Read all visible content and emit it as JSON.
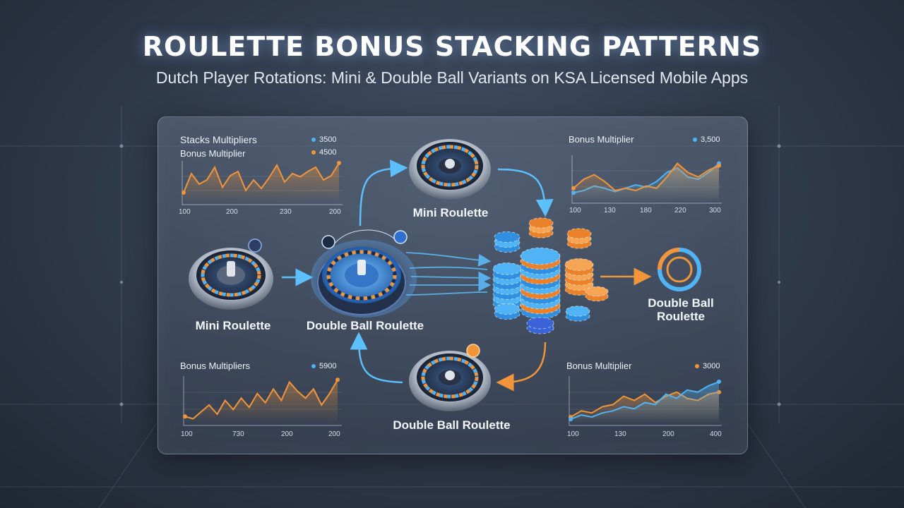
{
  "header": {
    "title": "ROULETTE BONUS STACKING PATTERNS",
    "subtitle": "Dutch Player Rotations: Mini & Double Ball Variants on KSA Licensed Mobile Apps"
  },
  "colors": {
    "blue": "#4fb3f5",
    "orange": "#f2953a",
    "panel": "#4a5568"
  },
  "charts": {
    "top_left": {
      "title": "Stacks Multipliers",
      "subtitle": "Bonus Multiplier",
      "legend": [
        {
          "color": "#4fb3f5",
          "value": "3500"
        },
        {
          "color": "#f2953a",
          "value": "4500"
        }
      ],
      "ticks": [
        "100",
        "200",
        "230",
        "200"
      ],
      "series": [
        {
          "color": "#f2953a",
          "values": [
            10,
            28,
            18,
            22,
            34,
            15,
            26,
            30,
            12,
            22,
            14,
            24,
            36,
            20,
            28,
            25,
            30,
            34,
            22,
            26,
            38
          ]
        }
      ]
    },
    "top_right": {
      "title": "Bonus Multiplier",
      "legend": [
        {
          "color": "#4fb3f5",
          "value": "3,500"
        }
      ],
      "ticks": [
        "100",
        "130",
        "180",
        "220",
        "300"
      ],
      "series": [
        {
          "color": "#4fb3f5",
          "values": [
            8,
            10,
            14,
            12,
            9,
            12,
            15,
            13,
            18,
            26,
            30,
            22,
            20,
            26,
            34
          ]
        },
        {
          "color": "#f2953a",
          "values": [
            12,
            20,
            24,
            18,
            10,
            12,
            10,
            14,
            12,
            22,
            34,
            26,
            22,
            28,
            32
          ]
        }
      ]
    },
    "bottom_left": {
      "title": "Bonus Multipliers",
      "legend": [
        {
          "color": "#4fb3f5",
          "value": "5900"
        }
      ],
      "ticks": [
        "100",
        "730",
        "200",
        "200"
      ],
      "series": [
        {
          "color": "#f2953a",
          "values": [
            6,
            4,
            10,
            16,
            8,
            20,
            12,
            22,
            14,
            26,
            18,
            30,
            20,
            36,
            28,
            22,
            30,
            16,
            26,
            38
          ]
        }
      ]
    },
    "bottom_right": {
      "title": "Bonus Multiplier",
      "legend": [
        {
          "color": "#f2953a",
          "value": "3000"
        }
      ],
      "ticks": [
        "100",
        "130",
        "200",
        "400"
      ],
      "series": [
        {
          "color": "#f2953a",
          "values": [
            6,
            12,
            10,
            16,
            18,
            26,
            22,
            28,
            20,
            26,
            30,
            24,
            22,
            28,
            30
          ]
        },
        {
          "color": "#4fb3f5",
          "values": [
            4,
            8,
            6,
            10,
            12,
            16,
            14,
            20,
            18,
            28,
            24,
            32,
            30,
            36,
            40
          ]
        }
      ]
    }
  },
  "nodes": {
    "mini_left": "Mini Roulette",
    "double_center": "Double Ball Roulette",
    "mini_top": "Mini Roulette",
    "double_bottom": "Double Ball Roulette",
    "double_right": "Double Ball\nRoulette"
  }
}
